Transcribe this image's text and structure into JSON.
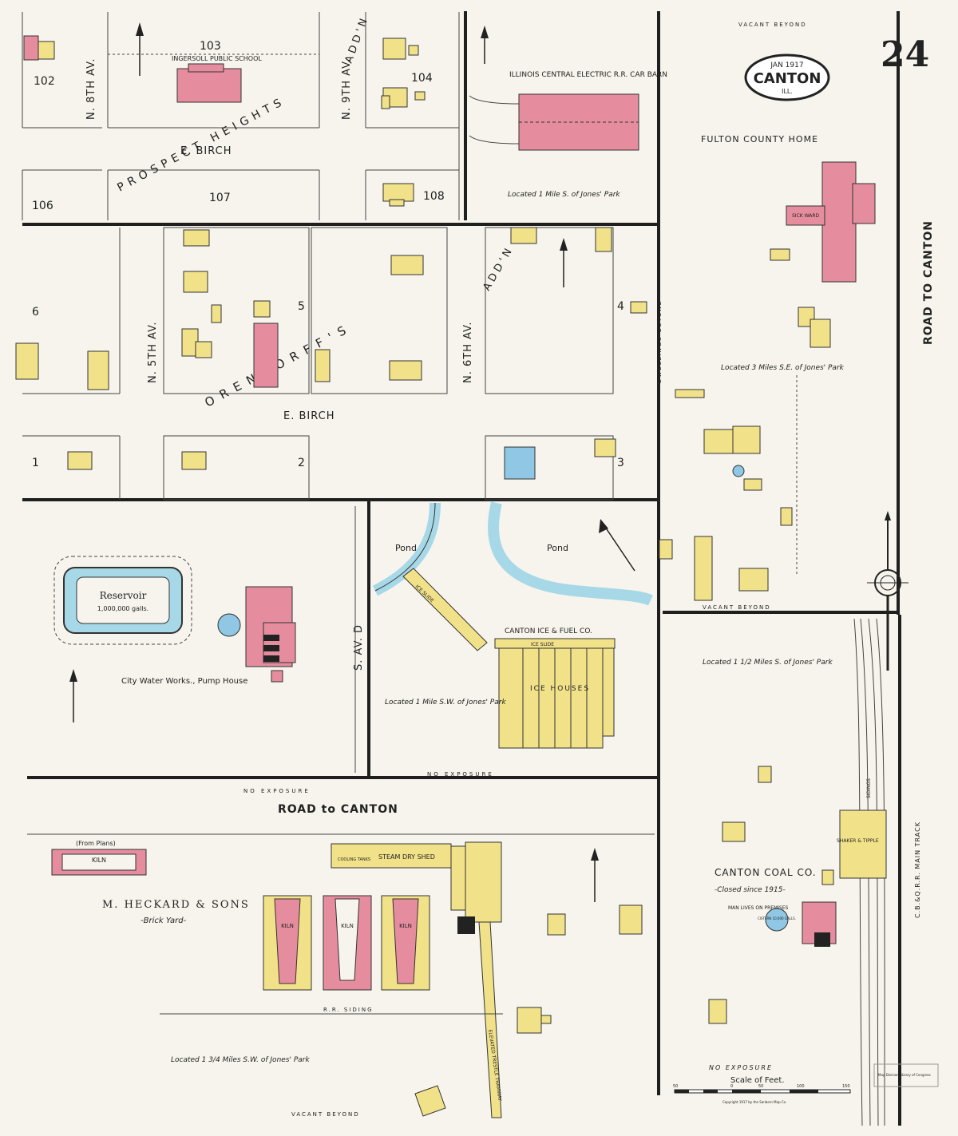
{
  "sheet": {
    "number": "24",
    "date": "JAN 1917",
    "city": "CANTON",
    "state": "ILL."
  },
  "colors": {
    "paper": "#f6f4ec",
    "frame": "#1f1f1f",
    "brick_red": "#e58d9e",
    "frame_yellow": "#f1e28a",
    "stone_blue": "#8fc7e4",
    "water": "#a7d8e8",
    "line": "#444444"
  },
  "streets": {
    "e_birch_top": "E. BIRCH",
    "e_birch_mid": "E. BIRCH",
    "n_8th_av": "N. 8TH AV.",
    "n_9th_av": "N. 9TH AV.",
    "n_5th_av": "N. 5TH AV.",
    "n_6th_av": "N. 6TH AV.",
    "s_av_d": "S. AV. D",
    "road_to_canton_h": "ROAD to CANTON",
    "road_to_canton_v": "ROAD TO CANTON",
    "prospect_heights": "PROSPECT HEIGHTS",
    "ave_addn": "ADD'N",
    "orendorffs": "ORENDORFF'S",
    "orendorffs_addn": "ADD'N"
  },
  "blocks": {
    "b102": "102",
    "b103": "103",
    "b104": "104",
    "b106": "106",
    "b107": "107",
    "b108": "108",
    "b1": "1",
    "b2": "2",
    "b3": "3",
    "b4": "4",
    "b5": "5",
    "b6": "6"
  },
  "places": {
    "school": "INGERSOLL PUBLIC SCHOOL",
    "car_barn": "ILLINOIS CENTRAL ELECTRIC R.R. CAR BARN",
    "car_barn_loc": "Located 1 Mile S. of Jones' Park",
    "county_home": "FULTON COUNTY HOME",
    "county_home_loc": "Located 3 Miles S.E. of Jones' Park",
    "sick_ward": "SICK WARD",
    "reservoir": "Reservoir",
    "reservoir_cap": "1,000,000 galls.",
    "water_works": "City Water Works., Pump House",
    "pond_left": "Pond",
    "pond_right": "Pond",
    "ice_slide": "ICE SLIDE",
    "ice_slide2": "ICE SLIDE",
    "ice_co": "CANTON ICE & FUEL CO.",
    "ice_houses": "ICE HOUSES",
    "ice_loc": "Located 1 Mile S.W. of Jones' Park",
    "coal_loc": "Located 1 1/2 Miles S. of Jones' Park",
    "coal_co": "CANTON COAL CO.",
    "coal_closed": "-Closed since 1915-",
    "coal_note": "MAN LIVES ON PREMISES",
    "cistern": "CISTERN 10,000 GALLS.",
    "shaker_tipple": "SHAKER & TIPPLE",
    "heckard": "M. HECKARD & SONS",
    "brick_yard": "-Brick Yard-",
    "brick_loc": "Located 1 3/4 Miles S.W. of Jones' Park",
    "kiln_top": "KILN",
    "kiln_from_plans": "(From Plans)",
    "kiln_c": "KILN",
    "kiln_d": "KILN",
    "kiln_e": "KILN",
    "steam_dry_shed": "STEAM DRY SHED",
    "cooling_tanks": "COOLING TANKS",
    "rr_siding": "R.R. SIDING",
    "elevated_tramway": "ELEVATED TRESTLE TRAMWAY",
    "cb_q_rr": "C.B.&Q.R.R. MAIN TRACK",
    "sidings": "SIDINGS"
  },
  "annotations": {
    "vacant_beyond_top": "VACANT BEYOND",
    "vacant_beyond_bottom": "VACANT BEYOND",
    "vacant_beyond_mid": "VACANT BEYOND",
    "no_exposure_mid": "NO EXPOSURE",
    "no_exposure_road": "NO EXPOSURE",
    "no_exposure_bottom": "NO EXPOSURE",
    "dwellings_beyond": "DWELLINGS BEYOND",
    "scale_label": "Scale of Feet.",
    "copyright": "Copyright 1917 by the Sanborn Map Co.",
    "map_division": "Map Division Library of Congress"
  },
  "scale": [
    "50",
    "0",
    "50",
    "100",
    "150"
  ]
}
